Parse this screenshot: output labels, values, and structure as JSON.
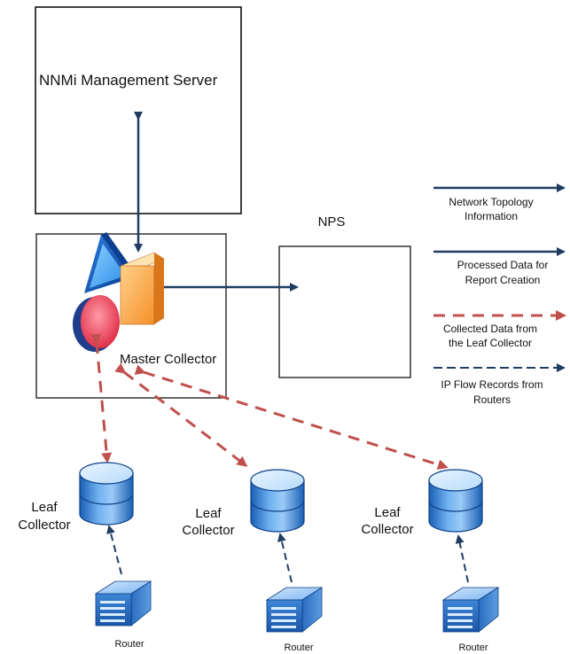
{
  "title": "NNMi Management Server",
  "nps": {
    "label": "NPS"
  },
  "master": {
    "label": "Master Collector"
  },
  "leaf_collectors": [
    {
      "line1": "Leaf",
      "line2": "Collector"
    },
    {
      "line1": "Leaf",
      "line2": "Collector"
    },
    {
      "line1": "Leaf",
      "line2": "Collector"
    }
  ],
  "routers": [
    {
      "label": "Router"
    },
    {
      "label": "Router"
    },
    {
      "label": "Router"
    }
  ],
  "legend": [
    {
      "line1": "Network Topology",
      "line2": "Information",
      "style": "solid",
      "color": "#1f3d63"
    },
    {
      "line1": "Processed Data for",
      "line2": "Report Creation",
      "style": "solid",
      "color": "#1f3d63"
    },
    {
      "line1": "Collected Data from",
      "line2": "the Leaf Collector",
      "style": "dashed",
      "color": "#c0504d"
    },
    {
      "line1": "IP Flow Records from",
      "line2": "Routers",
      "style": "dashed",
      "color": "#1f3d63"
    }
  ],
  "colors": {
    "navy": "#1f3d63",
    "red": "#c0504d",
    "db_light": "#d6ecff",
    "db_mid": "#6fb1f0",
    "db_dark": "#1a5fb4"
  }
}
